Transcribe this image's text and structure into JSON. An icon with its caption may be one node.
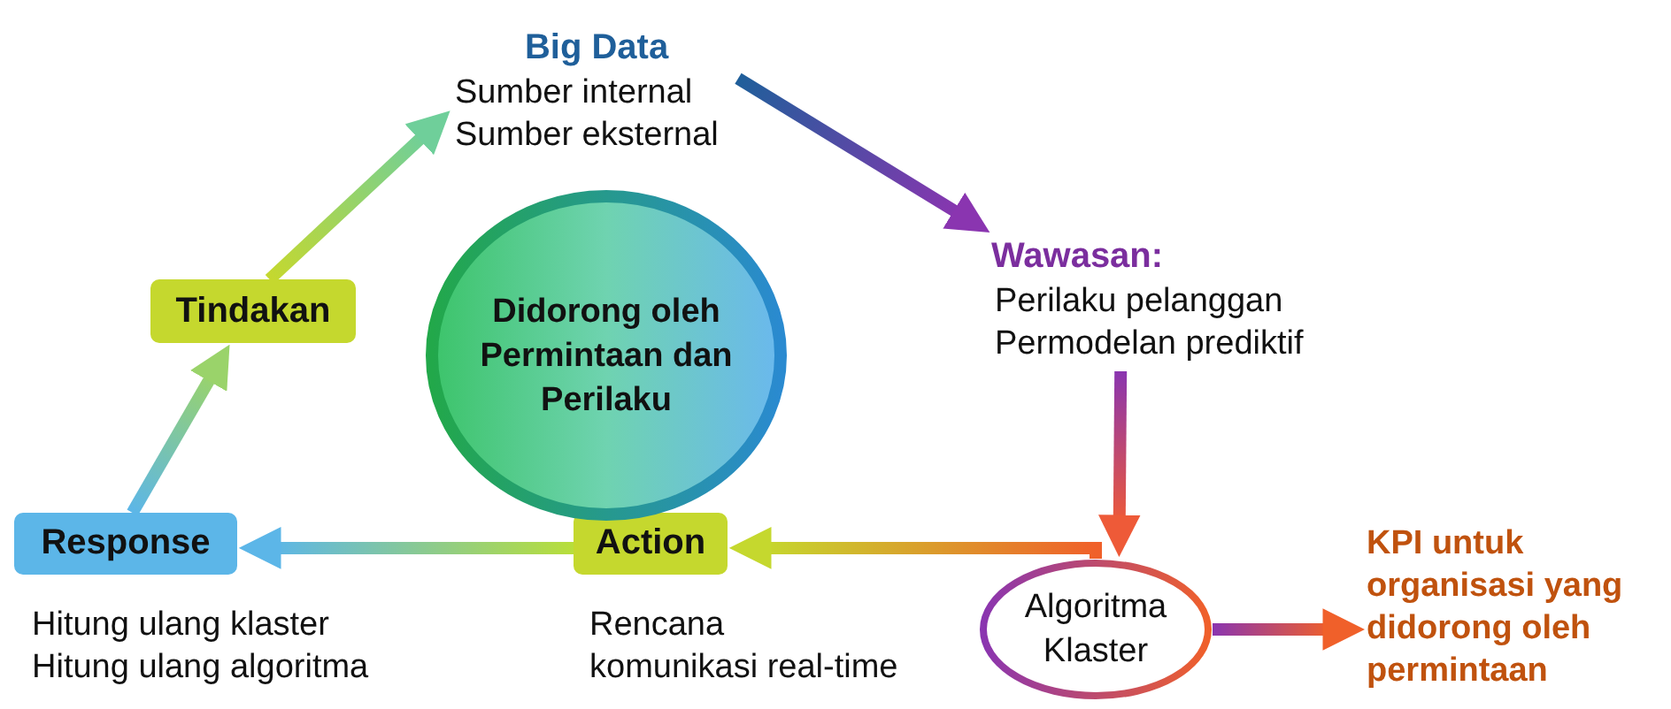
{
  "diagram": {
    "nodes": [
      {
        "text": [
          "Big Data",
          "Sumber internal",
          "Sumber eksternal"
        ]
      },
      {
        "text": [
          "Wawasan:",
          "Perilaku pelanggan",
          "Permodelan prediktif"
        ]
      },
      {
        "text": [
          "Algoritma Klaster"
        ]
      },
      {
        "text": [
          "KPI untuk organisasi yang didorong oleh permintaan"
        ]
      },
      {
        "text": [
          "Action"
        ],
        "beside": [
          "Rencana",
          "komunikasi real-time"
        ]
      },
      {
        "text": [
          "Response"
        ],
        "beside": [
          "Hitung ulang klaster",
          "Hitung ulang algoritma"
        ]
      },
      {
        "text": [
          "Tindakan"
        ]
      },
      {
        "text": [
          "Didorong oleh Permintaan dan Perilaku"
        ]
      }
    ],
    "edges": [
      {
        "from": 0,
        "to": 1,
        "arrow": "to",
        "color": "#8a35b0"
      },
      {
        "from": 1,
        "to": 2,
        "arrow": "to",
        "color": "#ee5a38"
      },
      {
        "from": 2,
        "to": 4,
        "arrow": "to",
        "color": "#c5d82e"
      },
      {
        "from": 4,
        "to": 5,
        "arrow": "to",
        "color": "#5cb6e8"
      },
      {
        "from": 5,
        "to": 6,
        "arrow": "to",
        "color": "#9ad36a"
      },
      {
        "from": 6,
        "to": 0,
        "arrow": "to",
        "color": "#6fcf9a"
      },
      {
        "from": 2,
        "to": 3,
        "arrow": "to",
        "color": "#f0602a"
      }
    ]
  }
}
